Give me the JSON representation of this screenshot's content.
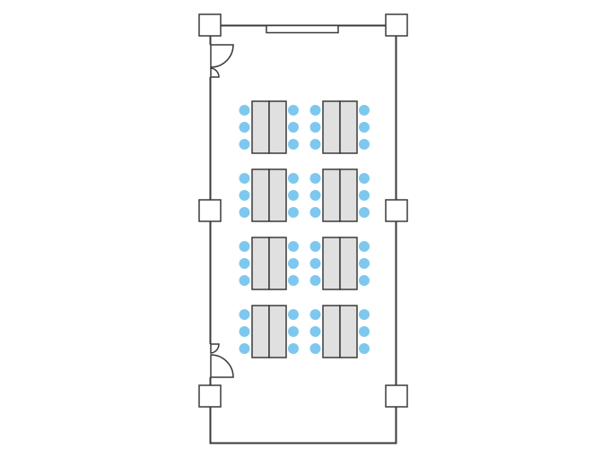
{
  "colors": {
    "background": "#ffffff",
    "wall": "#3a3a3a",
    "table_fill": "#e0e0e0",
    "chair": "#7ec8ef"
  },
  "layout": {
    "table_block_rows": 4,
    "table_block_columns": 2,
    "tables_per_block": 2,
    "chairs_per_side": 3,
    "doors": 2,
    "columns": 6,
    "windows": 1
  },
  "icons": {
    "door": "door-swing-icon",
    "column": "column-square-icon",
    "window": "window-icon",
    "chair": "chair-circle-icon"
  }
}
